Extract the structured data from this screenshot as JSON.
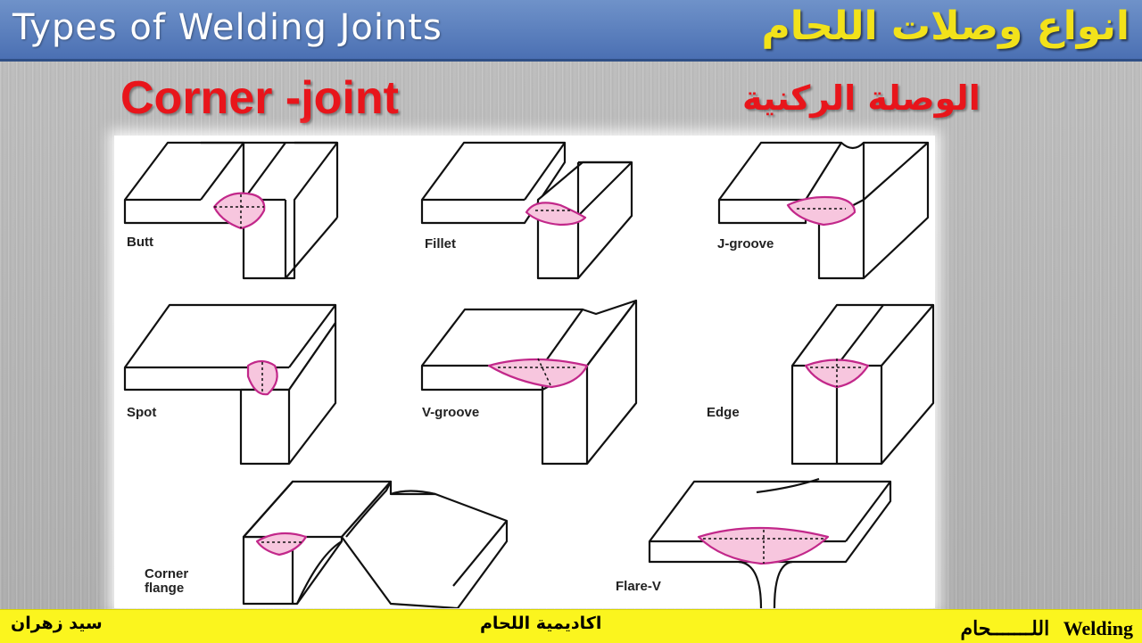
{
  "header": {
    "title_en": "Types of Welding Joints",
    "title_ar": "انواع وصلات اللحام"
  },
  "subtitle": {
    "en": "Corner -joint",
    "ar": "الوصلة الركنية"
  },
  "figure": {
    "labels": {
      "butt": "Butt",
      "fillet": "Fillet",
      "j_groove": "J-groove",
      "spot": "Spot",
      "v_groove": "V-groove",
      "edge": "Edge",
      "corner_flange": "Corner\nflange",
      "flare_v": "Flare-V"
    },
    "weld_color": "#f7c6de",
    "weld_stroke": "#c2288a"
  },
  "footer": {
    "left": "سيد زهران",
    "center": "اكاديمية اللحام",
    "right": "اللـــــــحام    Welding"
  }
}
